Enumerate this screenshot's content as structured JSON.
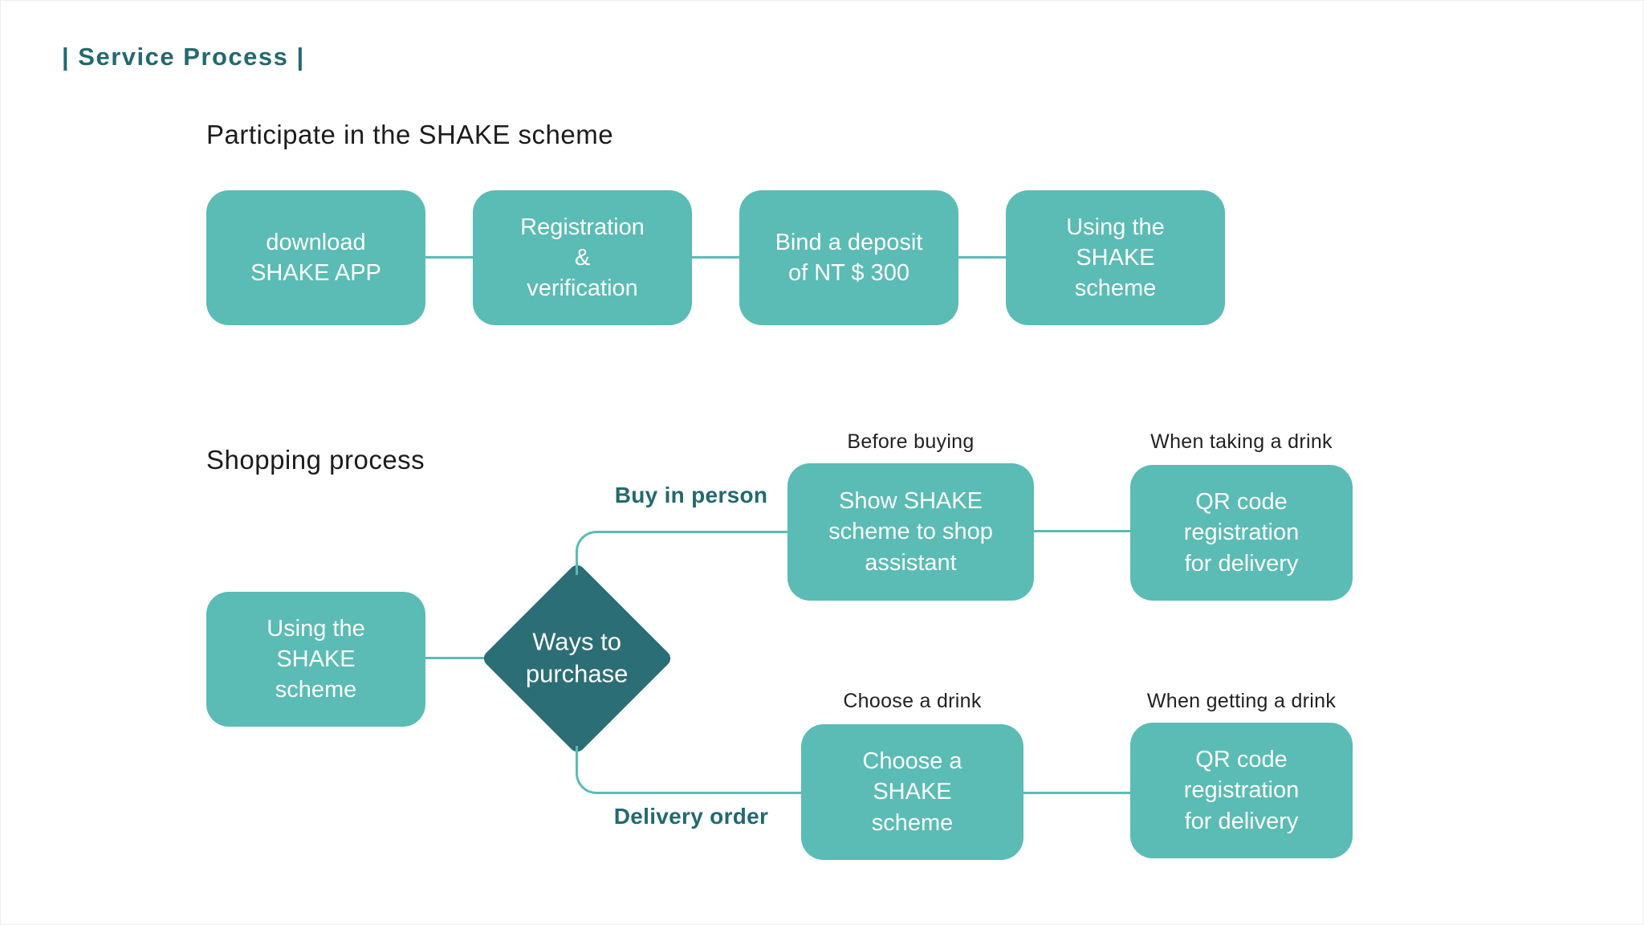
{
  "page": {
    "title": "| Service Process |"
  },
  "colors": {
    "teal": "#5abcb4",
    "dark_teal_text": "#23696f",
    "dark_teal_fill": "#2b6e75"
  },
  "flow1": {
    "heading": "Participate in the SHAKE scheme",
    "steps": [
      {
        "label": "download\nSHAKE APP"
      },
      {
        "label": "Registration\n&\nverification"
      },
      {
        "label": "Bind a deposit\nof NT $ 300"
      },
      {
        "label": "Using the\nSHAKE\nscheme"
      }
    ]
  },
  "flow2": {
    "heading": "Shopping process",
    "start": {
      "label": "Using the\nSHAKE\nscheme"
    },
    "decision": {
      "label": "Ways to\npurchase"
    },
    "branches": [
      {
        "name": "Buy in person",
        "steps": [
          {
            "caption": "Before buying",
            "label": "Show SHAKE\nscheme to shop\nassistant"
          },
          {
            "caption": "When taking a drink",
            "label": "QR code\nregistration\nfor delivery"
          }
        ]
      },
      {
        "name": "Delivery order",
        "steps": [
          {
            "caption": "Choose a drink",
            "label": "Choose a\nSHAKE\nscheme"
          },
          {
            "caption": "When getting a drink",
            "label": "QR code\nregistration\nfor delivery"
          }
        ]
      }
    ]
  }
}
